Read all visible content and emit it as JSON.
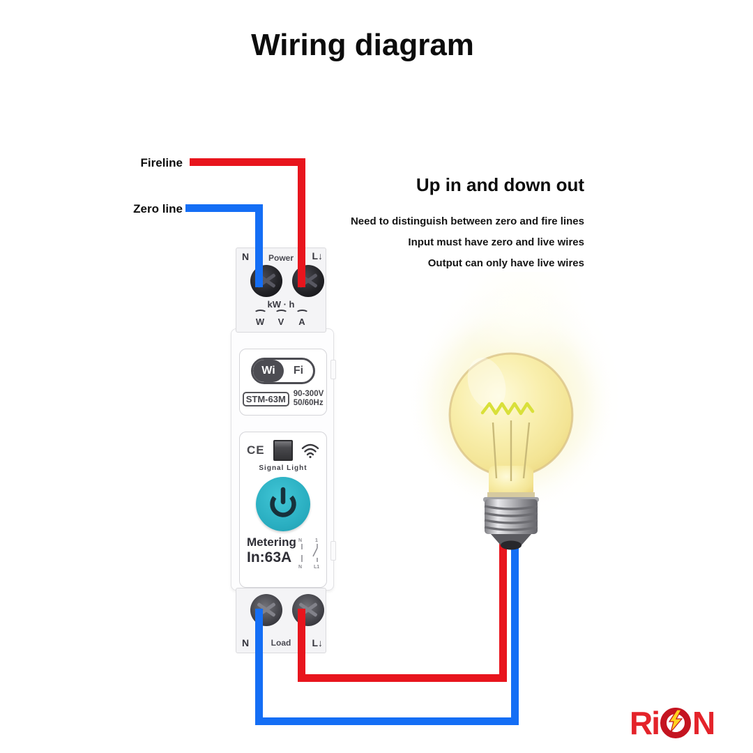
{
  "title": "Wiring diagram",
  "labels": {
    "fireline": "Fireline",
    "zero_line": "Zero line"
  },
  "info": {
    "heading": "Up in and down out",
    "line1": "Need to distinguish between zero and fire lines",
    "line2": "Input must have zero and live wires",
    "line3": "Output can only have live wires"
  },
  "device": {
    "top": {
      "n": "N",
      "power": "Power",
      "l": "L↓",
      "kwh": "kW · h",
      "w": "W",
      "v": "V",
      "a": "A"
    },
    "body": {
      "wifi_wi": "Wi",
      "wifi_fi": "Fi",
      "model": "STM-63M",
      "voltage": "90-300V",
      "frequency": "50/60Hz",
      "ce": "CE",
      "signal_light": "Signal Light",
      "metering": "Metering",
      "current": "In:63A",
      "schematic": {
        "tl": "N",
        "tr": "1",
        "bl": "N",
        "br": "L1"
      }
    },
    "bottom": {
      "n": "N",
      "load": "Load",
      "l": "L↓"
    }
  },
  "logo": {
    "r": "R",
    "i": "i",
    "n": "N"
  },
  "colors": {
    "wire_red": "#e8151d",
    "wire_blue": "#146ef5",
    "button_teal": "#2aadc0",
    "logo_red": "#e4232a",
    "bolt_yellow": "#ffd21e",
    "bulb_yellow": "#f6e9a0"
  }
}
